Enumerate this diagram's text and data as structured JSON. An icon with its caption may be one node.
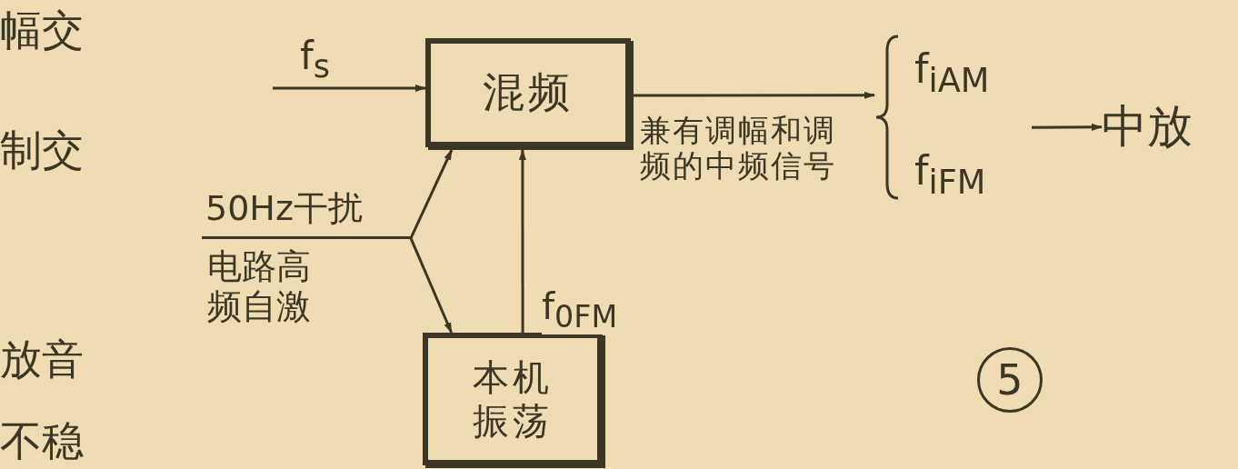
{
  "diagram": {
    "nodes": [
      {
        "text": [
          "混频"
        ]
      },
      {
        "text": [
          "本机振荡"
        ]
      },
      {
        "text": [
          "50Hz干扰",
          "电路高频自激"
        ]
      },
      {
        "text": [
          "f$_{iAM}$",
          "f$_{iFM}$"
        ]
      },
      {
        "text": [
          "中放"
        ]
      }
    ],
    "edges": [
      {
        "from": null,
        "to": 0,
        "arrow": "to",
        "label": "f$_{s}$"
      },
      {
        "from": 2,
        "to": 0,
        "arrow": "to"
      },
      {
        "from": 2,
        "to": 1,
        "arrow": "to"
      },
      {
        "from": 1,
        "to": 0,
        "arrow": "to",
        "label": "f$_{0FM}$"
      },
      {
        "from": 0,
        "to": 3,
        "arrow": "to",
        "label": "兼有调幅和调频的中频信号"
      },
      {
        "from": 3,
        "to": 4,
        "arrow": "to"
      }
    ],
    "labels": [
      "幅交",
      "制交",
      "放音",
      "不稳",
      "5"
    ]
  }
}
